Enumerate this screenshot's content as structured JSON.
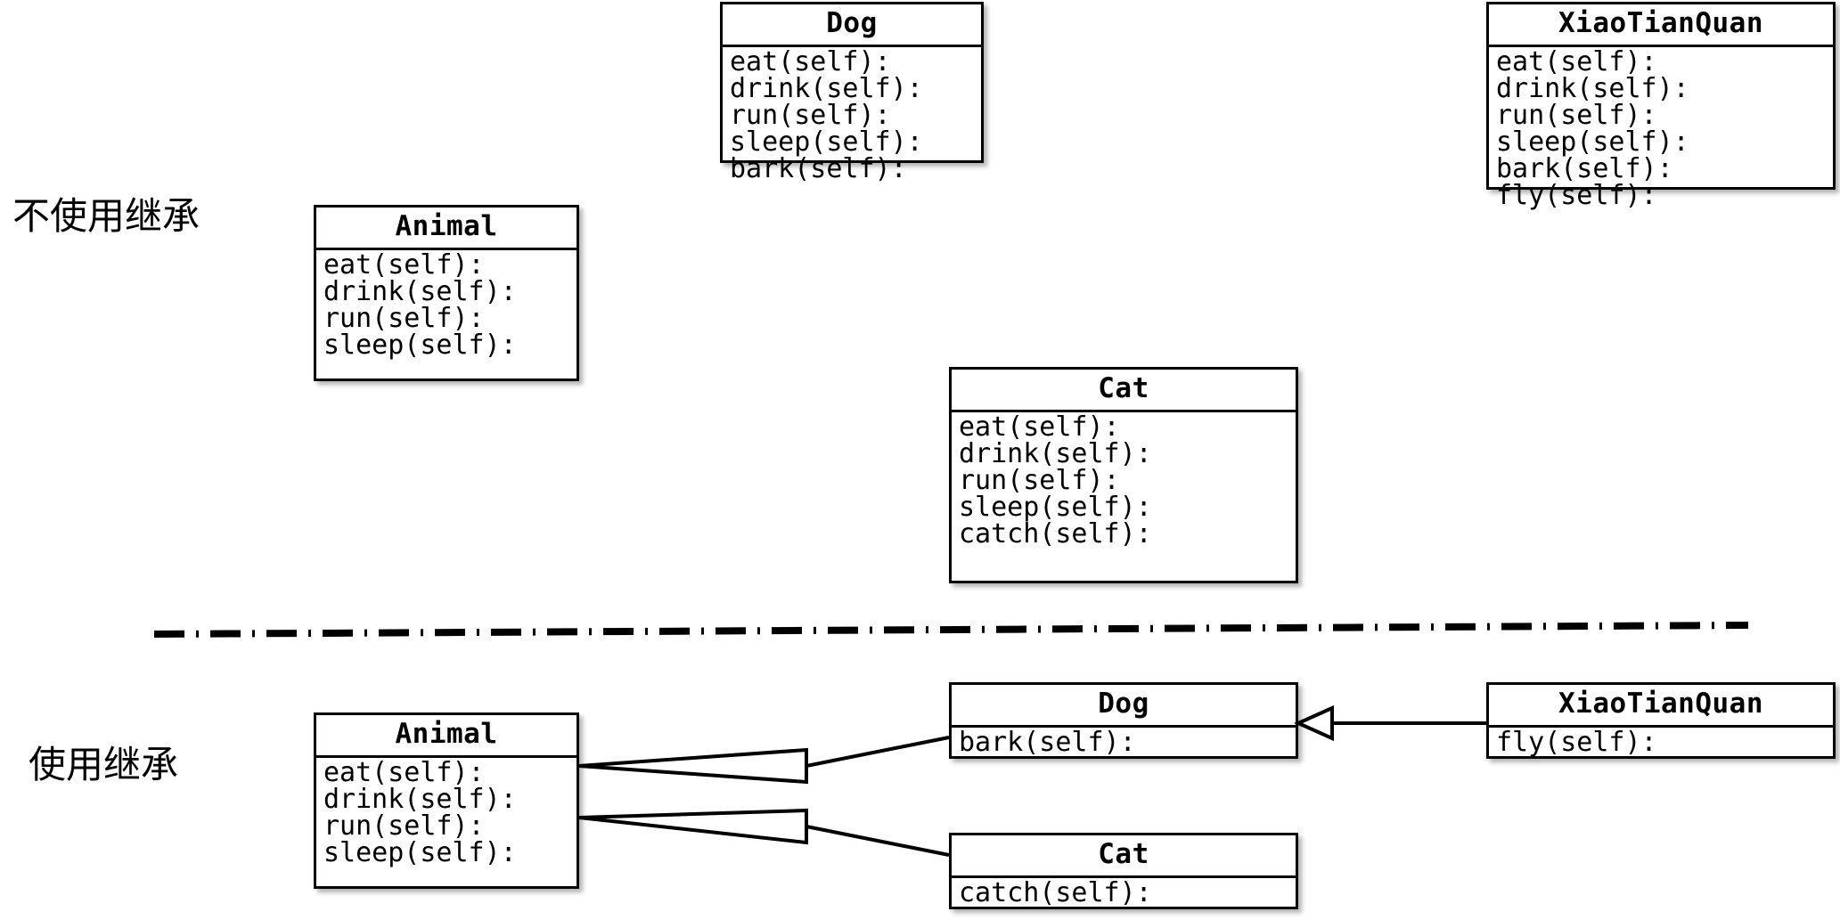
{
  "diagram": {
    "title_no_inheritance": "不使用继承",
    "title_with_inheritance": "使用继承",
    "sections": [
      {
        "id": "no-inheritance",
        "label": "不使用继承",
        "classes": [
          {
            "id": "animal-top",
            "name": "Animal",
            "members": [
              "eat(self):",
              "drink(self):",
              "run(self):",
              "sleep(self):"
            ]
          },
          {
            "id": "dog-top",
            "name": "Dog",
            "members": [
              "eat(self):",
              "drink(self):",
              "run(self):",
              "sleep(self):",
              "bark(self):"
            ]
          },
          {
            "id": "xiaotianquan-top",
            "name": "XiaoTianQuan",
            "members": [
              "eat(self):",
              "drink(self):",
              "run(self):",
              "sleep(self):",
              "bark(self):",
              "fly(self):"
            ]
          },
          {
            "id": "cat-top",
            "name": "Cat",
            "members": [
              "eat(self):",
              "drink(self):",
              "run(self):",
              "sleep(self):",
              "catch(self):"
            ]
          }
        ]
      },
      {
        "id": "with-inheritance",
        "label": "使用继承",
        "classes": [
          {
            "id": "animal-bottom",
            "name": "Animal",
            "members": [
              "eat(self):",
              "drink(self):",
              "run(self):",
              "sleep(self):"
            ]
          },
          {
            "id": "dog-bottom",
            "name": "Dog",
            "members": [
              "bark(self):"
            ]
          },
          {
            "id": "xiaotianquan-bottom",
            "name": "XiaoTianQuan",
            "members": [
              "fly(self):"
            ]
          },
          {
            "id": "cat-bottom",
            "name": "Cat",
            "members": [
              "catch(self):"
            ]
          }
        ],
        "relations": [
          {
            "from": "dog-bottom",
            "to": "animal-bottom",
            "kind": "generalization"
          },
          {
            "from": "cat-bottom",
            "to": "animal-bottom",
            "kind": "generalization"
          },
          {
            "from": "xiaotianquan-bottom",
            "to": "dog-bottom",
            "kind": "generalization"
          }
        ]
      }
    ],
    "colors": {
      "stroke": "#000000",
      "fill": "#ffffff",
      "text": "#000000"
    }
  }
}
